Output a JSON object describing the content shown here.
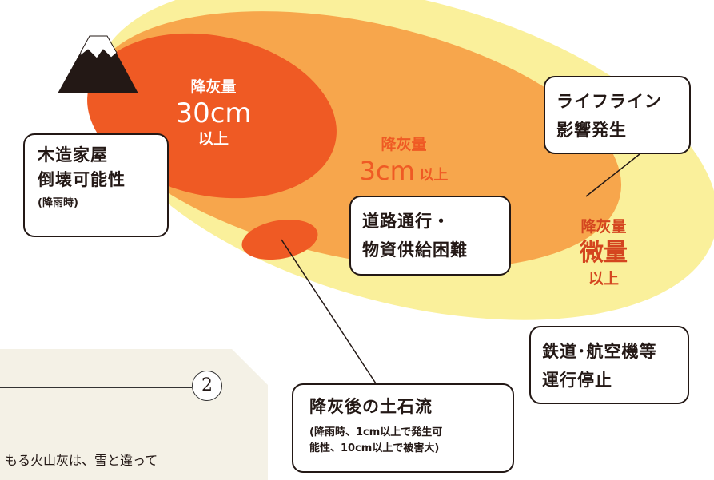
{
  "colors": {
    "background": "#ffffff",
    "outer_zone": "#faf09b",
    "middle_zone": "#f7a64c",
    "inner_zone": "#ef5a24",
    "outer_label": "#d4451f",
    "ink": "#231815",
    "panel": "#f4f1e6"
  },
  "icons": {
    "volcano": "mountain-icon"
  },
  "zones": {
    "inner": {
      "line1": "降灰量",
      "line2": "30cm",
      "line3": "以上"
    },
    "middle": {
      "line1": "降灰量",
      "line2_big": "3cm",
      "line2_small": "以上"
    },
    "outer": {
      "line1": "降灰量",
      "line2": "微量",
      "line3": "以上"
    }
  },
  "callouts": {
    "wooden_house": {
      "line1": "木造家屋",
      "line2": "倒壊可能性",
      "note": "(降雨時)"
    },
    "road_traffic": {
      "line1": "道路通行・",
      "line2": "物資供給困難"
    },
    "lifeline": {
      "line1": "ライフライン",
      "line2": "影響発生"
    },
    "railway": {
      "line1": "鉄道･航空機等",
      "line2": "運行停止"
    },
    "debris_flow": {
      "title": "降灰後の土石流",
      "note1": "(降雨時、1cm以上で発生可",
      "note2": "能性、10cm以上で被害大)"
    }
  },
  "panel": {
    "number": "2",
    "text": "もる火山灰は、雪と違って"
  }
}
